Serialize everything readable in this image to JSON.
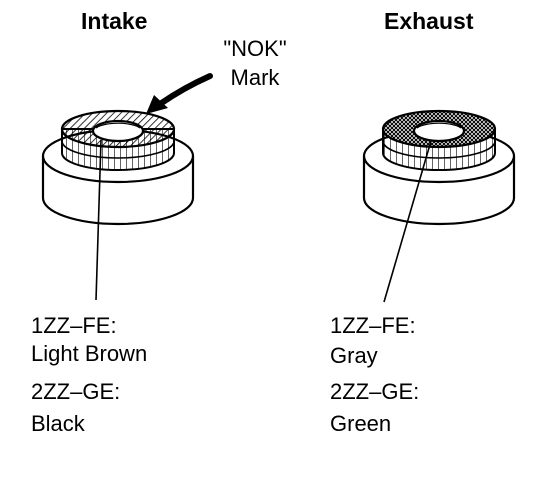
{
  "intake": {
    "title": "Intake",
    "callout": {
      "line1": "\"NOK\"",
      "line2": "Mark"
    },
    "labels": [
      {
        "engine": "1ZZ–FE:",
        "color_name": "Light Brown"
      },
      {
        "engine": "2ZZ–GE:",
        "color_name": "Black"
      }
    ]
  },
  "exhaust": {
    "title": "Exhaust",
    "labels": [
      {
        "engine": "1ZZ–FE:",
        "color_name": "Gray"
      },
      {
        "engine": "2ZZ–GE:",
        "color_name": "Green"
      }
    ]
  }
}
